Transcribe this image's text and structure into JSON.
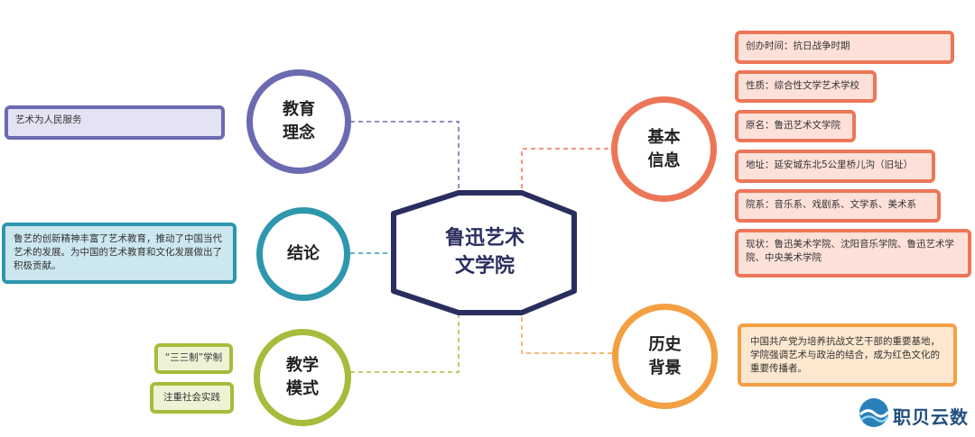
{
  "center": {
    "title": "鲁迅艺术\n文学院"
  },
  "branches": {
    "jiaoyu": {
      "label": "教育\n理念",
      "items": [
        "艺术为人民服务"
      ]
    },
    "jielun": {
      "label": "结论",
      "items": [
        "鲁艺的创新精神丰富了艺术教育，推动了中国当代艺术的发展。为中国的艺术教育和文化发展做出了积极贡献。"
      ]
    },
    "jiaoxue": {
      "label": "教学\n模式",
      "items": [
        "“三三制”学制",
        "注重社会实践"
      ]
    },
    "jiben": {
      "label": "基本\n信息",
      "items": [
        "创办时间：抗日战争时期",
        "性质：综合性文学艺术学校",
        "原名：鲁迅艺术文学院",
        "地址：延安城东北5公里桥儿沟（旧址）",
        "院系：音乐系、戏剧系、文学系、美术系",
        "现状：鲁迅美术学院、沈阳音乐学院、鲁迅艺术学院、中央美术学院"
      ]
    },
    "lishi": {
      "label": "历史\n背景",
      "items": [
        "中国共产党为培养抗战文艺干部的重要基地，学院强调艺术与政治的结合，成为红色文化的重要传播者。"
      ]
    }
  },
  "logo": {
    "text": "职贝云数"
  },
  "colors": {
    "center": "#2a2e5e",
    "purple": "#6c6ab0",
    "teal": "#2e97ad",
    "green": "#a7bb3c",
    "orange": "#ec7658",
    "amber": "#f3a043"
  }
}
